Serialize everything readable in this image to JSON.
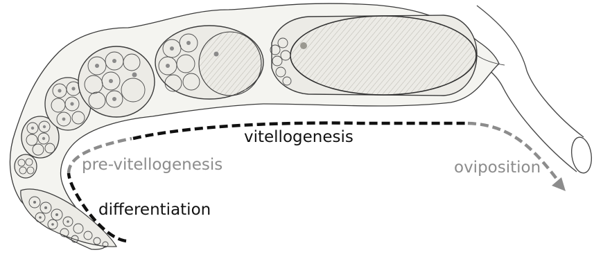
{
  "labels": {
    "vitellogenesis": "vitellogenesis",
    "pre_vitellogenesis": "pre-vitellogenesis",
    "oviposition": "oviposition",
    "differentiation": "differentiation"
  },
  "colors": {
    "dark_stage": "#111111",
    "gray_stage": "#8c8c8c",
    "sketch_line": "#3a3a3a",
    "tissue_fill": "#f4f4f0",
    "yolk_fill": "#e2e1dc"
  }
}
